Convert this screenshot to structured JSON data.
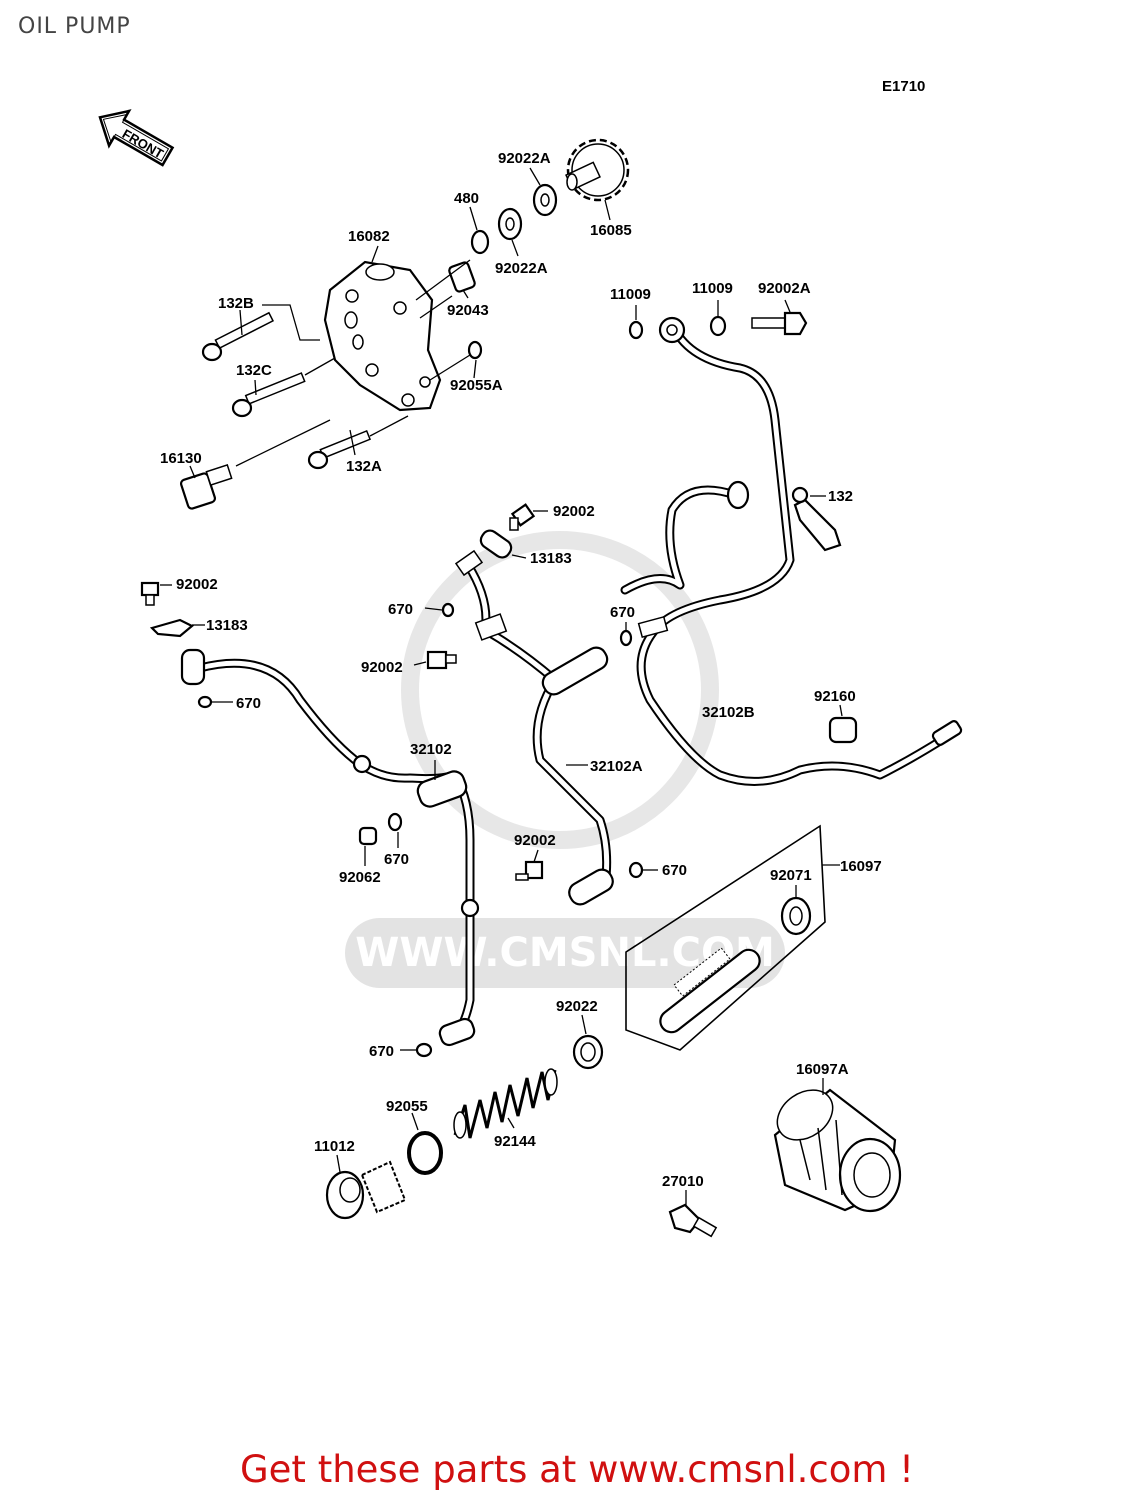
{
  "title": "OIL PUMP",
  "diagram_code": "E1710",
  "front_label": "FRONT",
  "watermark_text": "WWW.CMSNL.COM",
  "footer_text": "Get these parts at www.cmsnl.com !",
  "colors": {
    "footer": "#d01010",
    "ink": "#000000",
    "watermark": "#e0e0e0"
  },
  "labels": {
    "p92022A_top": "92022A",
    "p480": "480",
    "p16085": "16085",
    "p16082": "16082",
    "p92022A_low": "92022A",
    "p92043": "92043",
    "p132B": "132B",
    "p132C": "132C",
    "p92055A": "92055A",
    "p16130": "16130",
    "p132A": "132A",
    "p11009_a": "11009",
    "p11009_b": "11009",
    "p92002A": "92002A",
    "p132": "132",
    "p92002_mid": "92002",
    "p13183_mid": "13183",
    "p92002_left": "92002",
    "p13183_left": "13183",
    "p670_a": "670",
    "p670_b": "670",
    "p92002_c": "92002",
    "p670_left": "670",
    "p32102B": "32102B",
    "p92160": "92160",
    "p32102": "32102",
    "p32102A": "32102A",
    "p670_c": "670",
    "p92062": "92062",
    "p92002_d": "92002",
    "p670_d": "670",
    "p16097": "16097",
    "p92071": "92071",
    "p92022": "92022",
    "p670_e": "670",
    "p16097A": "16097A",
    "p92055": "92055",
    "p11012": "11012",
    "p92144": "92144",
    "p27010": "27010"
  }
}
